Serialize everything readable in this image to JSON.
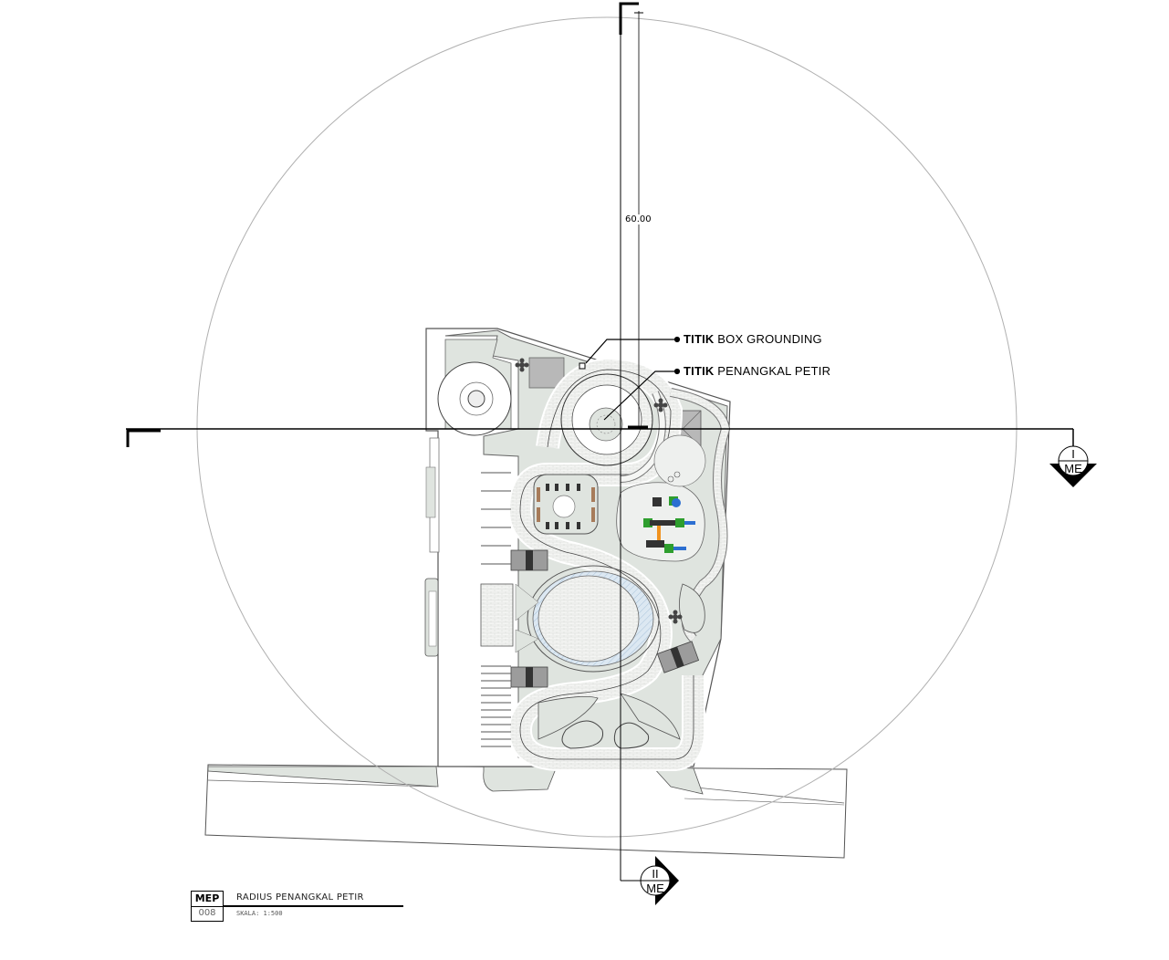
{
  "drawing": {
    "title_block": {
      "discipline_code": "MEP",
      "sheet_number": "008",
      "title": "RADIUS PENANGKAL PETIR",
      "scale": "SKALA: 1:500"
    },
    "callouts": [
      {
        "id": "box-grounding",
        "bold_prefix": "TITIK",
        "text": " BOX GROUNDING"
      },
      {
        "id": "lightning-rod",
        "bold_prefix": "TITIK",
        "text": " PENANGKAL PETIR"
      }
    ],
    "dimension": {
      "label": "60.00",
      "description": "radius of lightning protection zone"
    },
    "section_markers": [
      {
        "id": "I",
        "number": "I",
        "sheet": "ME",
        "direction": "down"
      },
      {
        "id": "II",
        "number": "II",
        "sheet": "ME",
        "direction": "right"
      }
    ],
    "colors": {
      "site_fill": "#dfe4df",
      "paving_fill": "#f4f5f3",
      "building_fill": "#b8b8b8",
      "radius_circle": "#b0b0b0",
      "line": "#000000",
      "water_hatch": "#cfe0ee",
      "play_green": "#2e9e2e",
      "play_blue": "#2c6fd1",
      "play_orange": "#f0921e"
    }
  }
}
